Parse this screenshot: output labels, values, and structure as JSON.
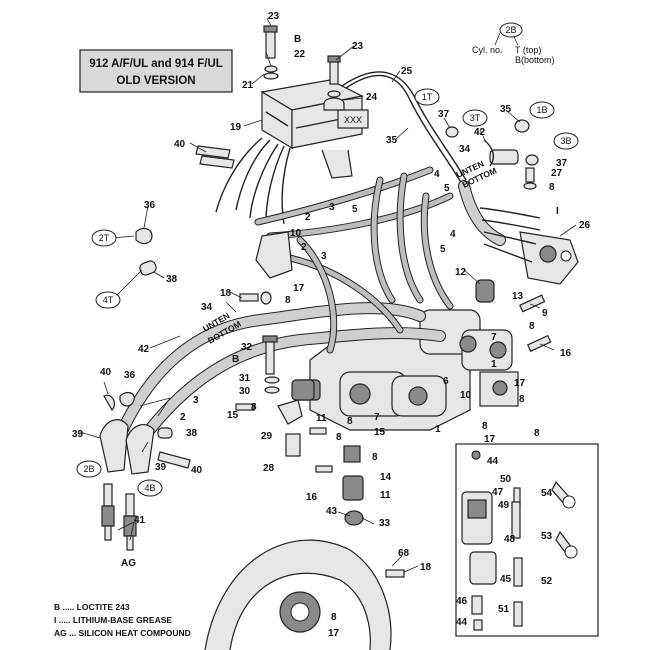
{
  "version_box": {
    "line1": "912 A/F/UL and 914 F/UL",
    "line2": "OLD VERSION"
  },
  "cylinder_key": {
    "code": "2B",
    "label": "Cyl. no.",
    "top": "T (top)",
    "bottom": "B(bottom)"
  },
  "legend": [
    {
      "text": "B ..... LOCTITE 243"
    },
    {
      "text": "I ..... LITHIUM-BASE GREASE"
    },
    {
      "text": "AG ... SILICON HEAT COMPOUND"
    }
  ],
  "cylinder_markers": [
    "1T",
    "3T",
    "1B",
    "3B",
    "2T",
    "4T",
    "2B",
    "4B"
  ],
  "hose_text": {
    "a": "UNTEN",
    "b": "BOTTOM"
  },
  "module_code": "XXX",
  "callouts": [
    "23",
    "B",
    "22",
    "21",
    "19",
    "40",
    "23",
    "25",
    "24",
    "35",
    "37",
    "42",
    "34",
    "27",
    "8",
    "I",
    "26",
    "36",
    "38",
    "3",
    "2",
    "10",
    "5",
    "4",
    "12",
    "13",
    "9",
    "18",
    "17",
    "34",
    "42",
    "32",
    "B",
    "31",
    "30",
    "15",
    "29",
    "28",
    "11",
    "7",
    "1",
    "6",
    "16",
    "14",
    "43",
    "33",
    "68",
    "18",
    "40",
    "36",
    "3",
    "2",
    "39",
    "38",
    "40",
    "39",
    "41",
    "AG",
    "44",
    "50",
    "47",
    "49",
    "54",
    "48",
    "53",
    "45",
    "52",
    "46",
    "51",
    "8",
    "17"
  ]
}
